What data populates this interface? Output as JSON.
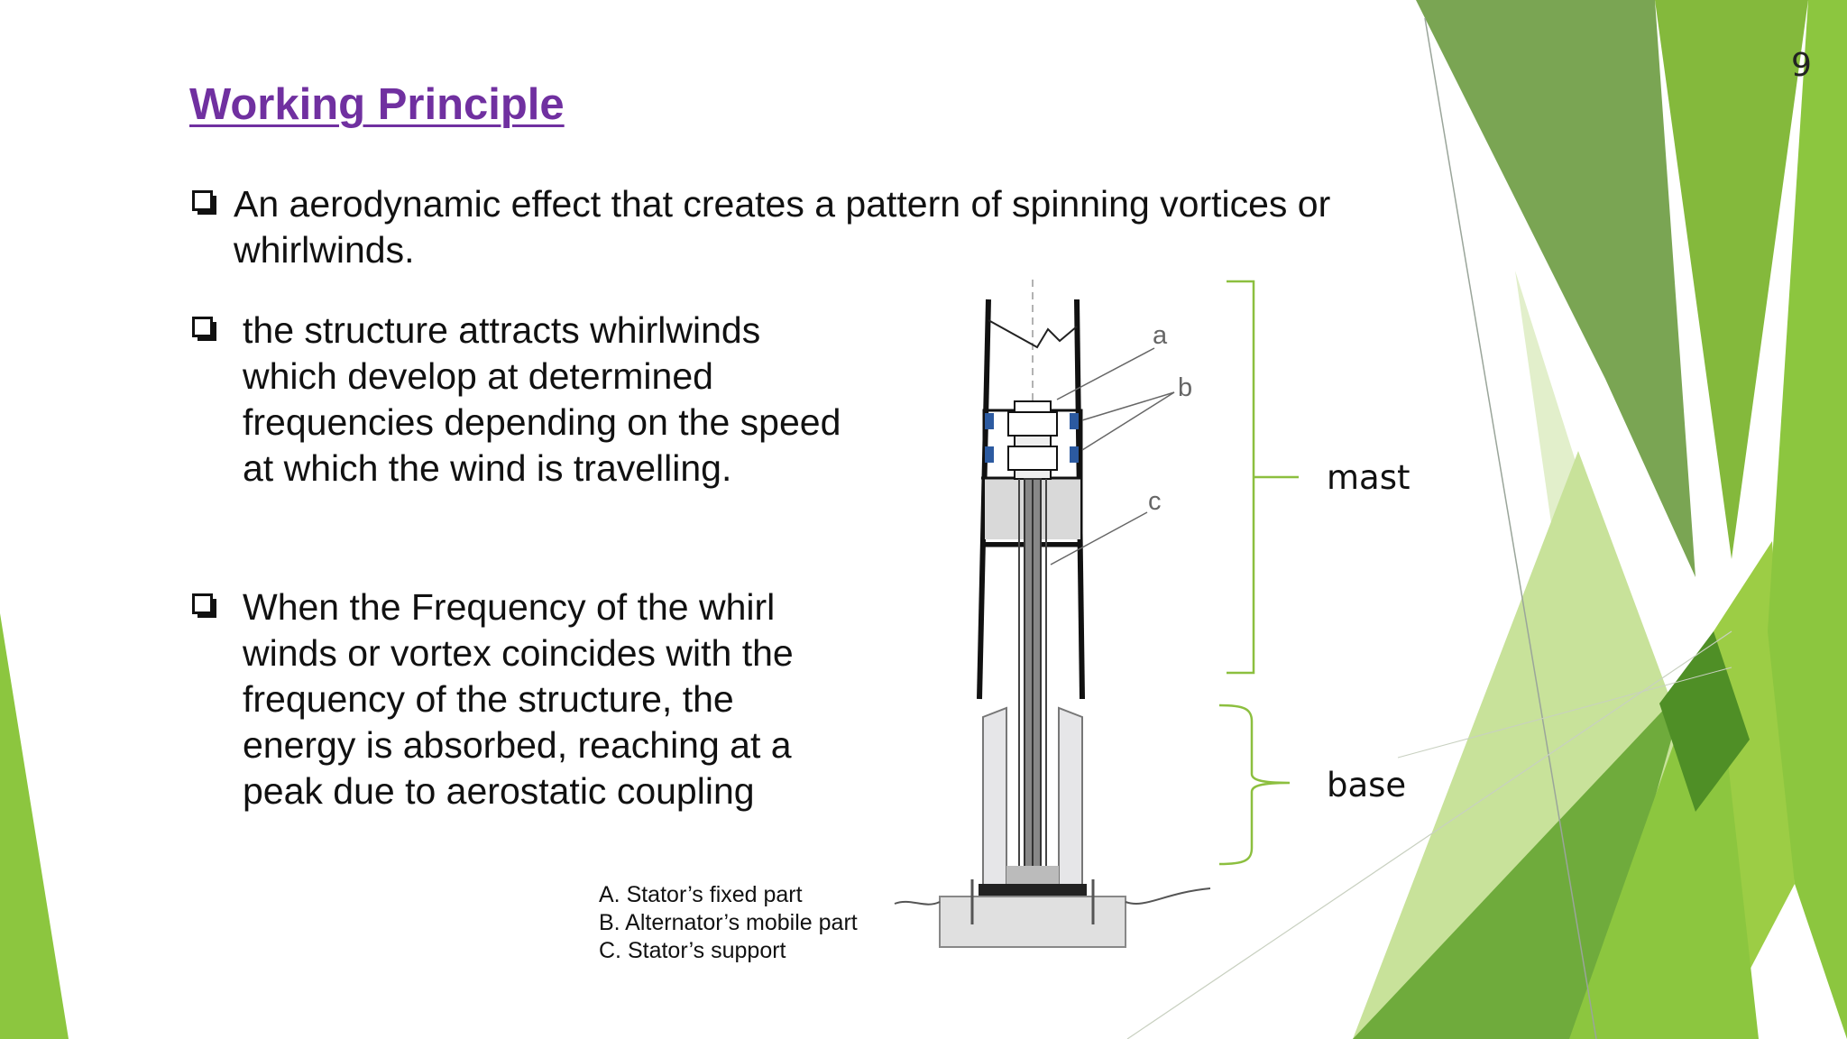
{
  "slide": {
    "page_number": "9",
    "title": "Working Principle",
    "bullets": [
      "An aerodynamic effect that creates a pattern of spinning vortices or whirlwinds.",
      "the structure attracts whirlwinds which develop at determined frequencies depending on the speed at which the wind is travelling.",
      "When the Frequency of the whirl winds or vortex coincides with the frequency of the structure, the energy is absorbed, reaching at a peak due to aerostatic coupling"
    ]
  },
  "diagram": {
    "part_labels": {
      "a": "a",
      "b": "b",
      "c": "c"
    },
    "brace_labels": {
      "mast": "mast",
      "base": "base"
    },
    "caption": [
      "A. Stator’s fixed part",
      "B. Alternator’s mobile part",
      "C. Stator’s support"
    ]
  },
  "colors": {
    "title": "#7030a0",
    "brace": "#8cbf3f",
    "green_dark": "#5c9a2e",
    "green_mid": "#7cb83a",
    "green_light": "#a6d24e",
    "magnet_blue": "#2c5aa0"
  }
}
